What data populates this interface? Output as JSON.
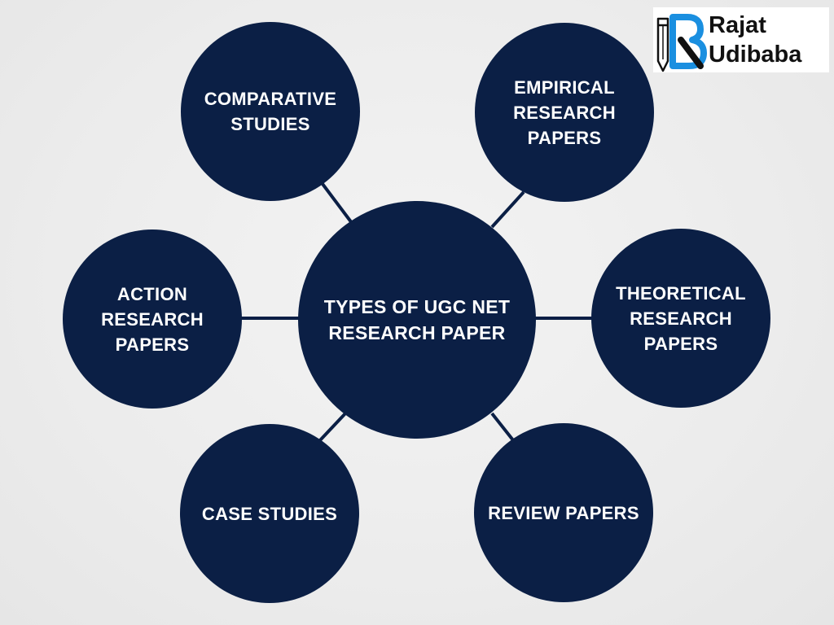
{
  "colors": {
    "background": "#eeeeee",
    "node_fill": "#0b1f45",
    "connector": "#0b1f45",
    "text": "#ffffff",
    "logo_accent": "#1a8fe0"
  },
  "diagram": {
    "center": {
      "label": "TYPES OF UGC NET RESEARCH PAPER"
    },
    "nodes": [
      {
        "id": "comparative",
        "label": "COMPARATIVE STUDIES"
      },
      {
        "id": "empirical",
        "label": "EMPIRICAL RESEARCH PAPERS"
      },
      {
        "id": "action",
        "label": "ACTION RESEARCH PAPERS"
      },
      {
        "id": "theoretical",
        "label": "THEORETICAL RESEARCH PAPERS"
      },
      {
        "id": "case",
        "label": "CASE STUDIES"
      },
      {
        "id": "review",
        "label": "REVIEW PAPERS"
      }
    ]
  },
  "logo": {
    "icon": "pencil-r-monogram-icon",
    "name_line1": "Rajat",
    "name_line2": "Udibaba"
  }
}
